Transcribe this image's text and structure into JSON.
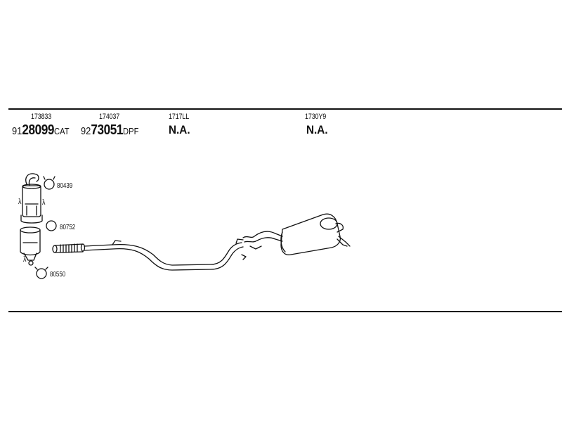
{
  "columns": [
    {
      "code": "173833",
      "part_prefix": "91",
      "part_main": "28099",
      "part_suffix": "CAT"
    },
    {
      "code": "174037",
      "part_prefix": "92",
      "part_main": "73051",
      "part_suffix": "DPF"
    },
    {
      "code": "1717LL",
      "availability": "N.A."
    },
    {
      "code": "1730Y9",
      "availability": "N.A."
    }
  ],
  "fittings": [
    {
      "label": "80439"
    },
    {
      "label": "80752"
    },
    {
      "label": "80550"
    }
  ],
  "sensor_symbol": "λ",
  "colors": {
    "line": "#111111",
    "background": "#ffffff"
  }
}
